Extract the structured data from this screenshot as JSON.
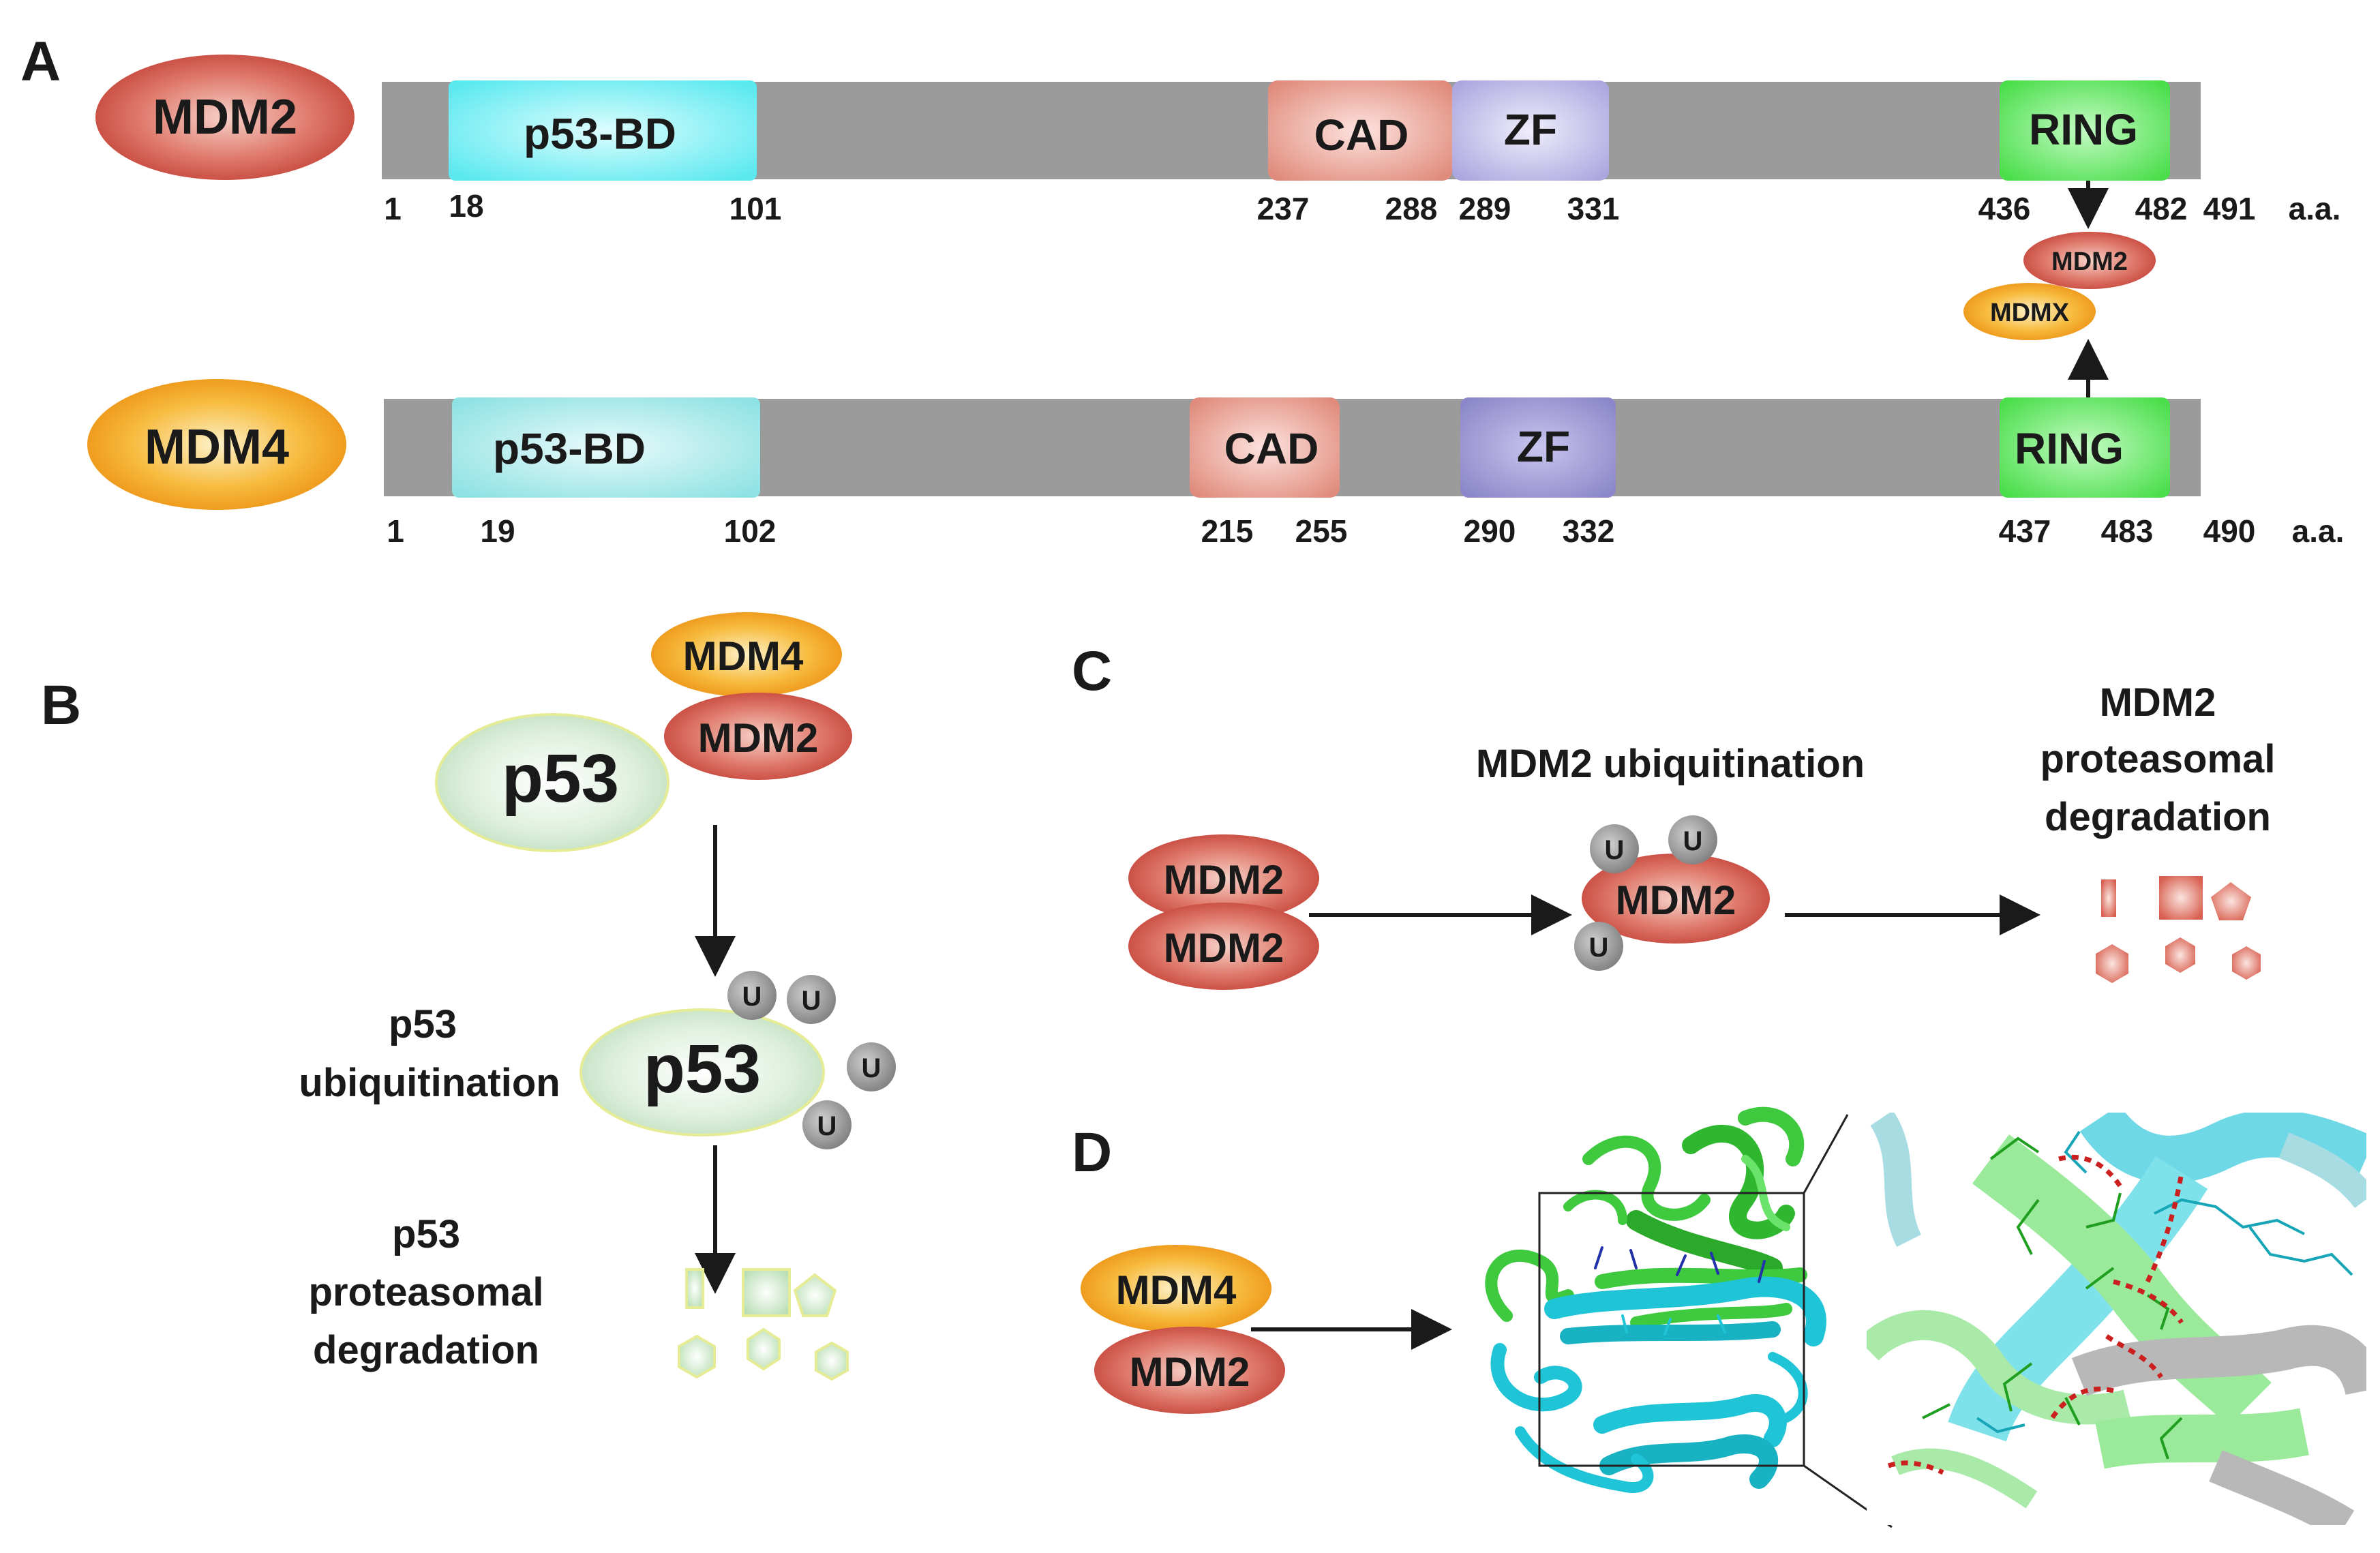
{
  "panels": {
    "A": "A",
    "B": "B",
    "C": "C",
    "D": "D"
  },
  "proteins": {
    "mdm2": "MDM2",
    "mdm4": "MDM4",
    "mdmx": "MDMX",
    "p53": "p53"
  },
  "domains": {
    "p53bd": "p53-BD",
    "cad": "CAD",
    "zf": "ZF",
    "ring": "RING"
  },
  "mdm2_positions": [
    "1",
    "18",
    "101",
    "237",
    "288",
    "289",
    "331",
    "436",
    "482",
    "491"
  ],
  "mdm4_positions": [
    "1",
    "19",
    "102",
    "215",
    "255",
    "290",
    "332",
    "437",
    "483",
    "490"
  ],
  "aa_unit": "a.a.",
  "ubiquitin": "U",
  "panel_b": {
    "ubiq_line1": "p53",
    "ubiq_line2": "ubiquitination",
    "deg_line1": "p53",
    "deg_line2": "proteasomal",
    "deg_line3": "degradation"
  },
  "panel_c": {
    "ubiq": "MDM2 ubiquitination",
    "deg_line1": "MDM2",
    "deg_line2": "proteasomal",
    "deg_line3": "degradation"
  },
  "colors": {
    "mdm2": "#c94a3e",
    "mdm4": "#ee9a14",
    "p53bd": "#7deff2",
    "cad": "#e89a8c",
    "zf": "#b3aee3",
    "ring": "#62ea62",
    "backbone": "#9b9b9b",
    "p53": "#cfe8cf",
    "ub": "#9a9a9a",
    "helix_green": "#3ec93e",
    "helix_cyan": "#1fc4d6"
  }
}
